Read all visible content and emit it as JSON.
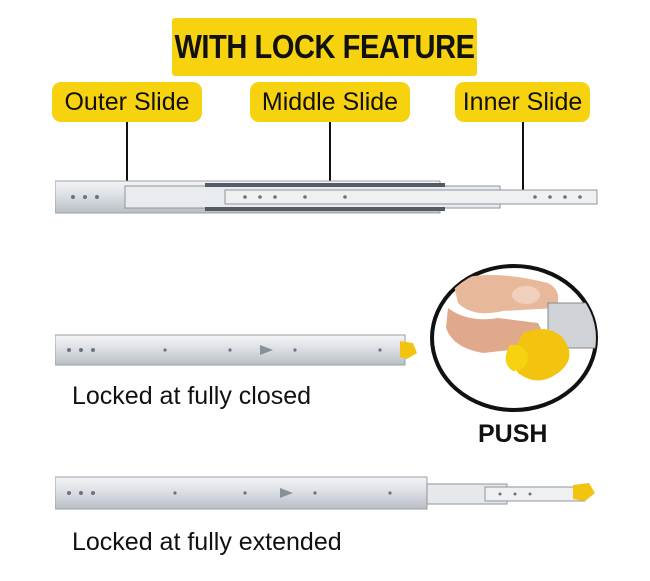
{
  "title": "WITH LOCK FEATURE",
  "labels": {
    "outer": "Outer Slide",
    "middle": "Middle Slide",
    "inner": "Inner Slide"
  },
  "captions": {
    "closed": "Locked at fully closed",
    "extended": "Locked at fully extended"
  },
  "push_label": "PUSH",
  "colors": {
    "accent": "#f7d20f",
    "metal": "#dfe2e6",
    "text": "#111111"
  }
}
